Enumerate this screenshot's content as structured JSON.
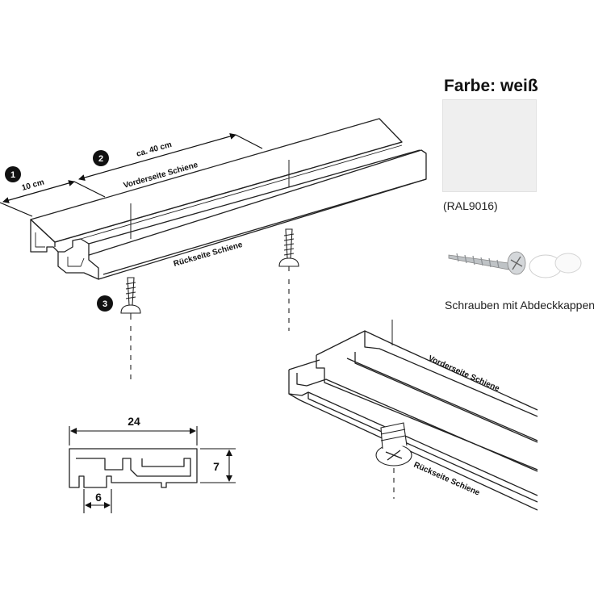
{
  "labels": {
    "step1": "1",
    "step2": "2",
    "step3": "3",
    "dim_10cm": "10 cm",
    "dim_40cm": "ca. 40 cm",
    "front_rail": "Vorderseite Schiene",
    "back_rail": "Rückseite Schiene",
    "front_rail_2": "Vorderseite Schiene",
    "back_rail_2": "Rückseite Schiene",
    "profile_width": "24",
    "profile_height": "7",
    "profile_slot": "6"
  },
  "color_panel": {
    "title": "Farbe: weiß",
    "swatch_color": "#efefef",
    "ral": "(RAL9016)"
  },
  "accessory": {
    "caption": "Schrauben mit Abdeckkappen"
  }
}
